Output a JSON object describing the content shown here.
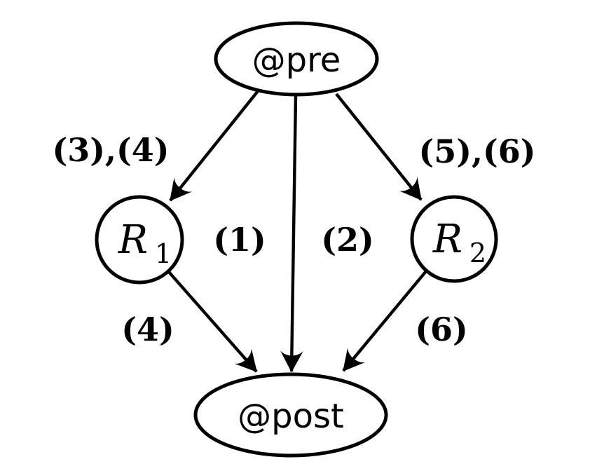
{
  "diagram": {
    "title": "transition-graph",
    "colors": {
      "background": "#ffffff",
      "ink": "#000000"
    },
    "nodes": {
      "pre": {
        "label": "@pre"
      },
      "post": {
        "label": "@post"
      },
      "r1": {
        "base": "R",
        "sub": "1"
      },
      "r2": {
        "base": "R",
        "sub": "2"
      }
    },
    "edges": [
      {
        "from": "@pre",
        "to": "R1",
        "label": "(3),(4)"
      },
      {
        "from": "@pre",
        "to": "@post",
        "label": "(1)"
      },
      {
        "from": "@pre",
        "to": "@post",
        "label": "(2)"
      },
      {
        "from": "@pre",
        "to": "R2",
        "label": "(5),(6)"
      },
      {
        "from": "R1",
        "to": "@post",
        "label": "(4)"
      },
      {
        "from": "R2",
        "to": "@post",
        "label": "(6)"
      }
    ]
  }
}
